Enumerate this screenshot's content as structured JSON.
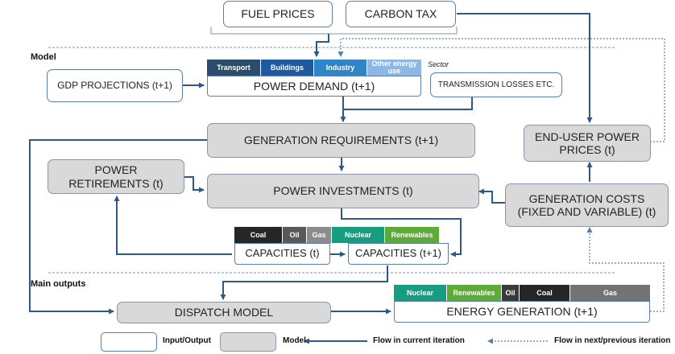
{
  "sections": {
    "model": "Model",
    "main_outputs": "Main outputs"
  },
  "inputs": {
    "fuel_prices": "FUEL PRICES",
    "carbon_tax": "CARBON TAX",
    "gdp_projections": "GDP PROJECTIONS (t+1)",
    "transmission_losses": "TRANSMISSION LOSSES ETC."
  },
  "power_demand": {
    "label": "POWER DEMAND (t+1)",
    "sector_label": "Sector",
    "sectors": [
      {
        "label": "Transport",
        "color": "#2b4d6b"
      },
      {
        "label": "Buildings",
        "color": "#1f5a9e"
      },
      {
        "label": "Industry",
        "color": "#2e86c8"
      },
      {
        "label": "Other energy use",
        "color": "#8db8e6"
      }
    ]
  },
  "models": {
    "generation_requirements": "GENERATION REQUIREMENTS (t+1)",
    "end_user_prices": "END-USER POWER PRICES (t)",
    "power_retirements": "POWER RETIREMENTS (t)",
    "power_investments": "POWER INVESTMENTS (t)",
    "generation_costs": "GENERATION COSTS (FIXED AND VARIABLE) (t)",
    "dispatch_model": "DISPATCH MODEL"
  },
  "capacities": {
    "current": "CAPACITIES (t)",
    "next": "CAPACITIES (t+1)",
    "fuels": [
      {
        "label": "Coal",
        "color": "#262626"
      },
      {
        "label": "Oil",
        "color": "#595959"
      },
      {
        "label": "Gas",
        "color": "#8c8c8c"
      },
      {
        "label": "Nuclear",
        "color": "#169c7f"
      },
      {
        "label": "Renewables",
        "color": "#5cab36"
      }
    ]
  },
  "energy_generation": {
    "label": "ENERGY GENERATION (t+1)",
    "fuels": [
      {
        "label": "Nuclear",
        "color": "#169c7f"
      },
      {
        "label": "Renewables",
        "color": "#5cab36"
      },
      {
        "label": "Oil",
        "color": "#3a3a3a"
      },
      {
        "label": "Coal",
        "color": "#262626"
      },
      {
        "label": "Gas",
        "color": "#737373"
      }
    ]
  },
  "legend": {
    "input_output": "Input/Output",
    "model": "Model",
    "flow_current": "Flow in current iteration",
    "flow_next": "Flow in next/previous iteration"
  },
  "colors": {
    "arrow": "#2d5887",
    "box_border": "#5b7da8",
    "model_fill": "#d9d9d9"
  }
}
